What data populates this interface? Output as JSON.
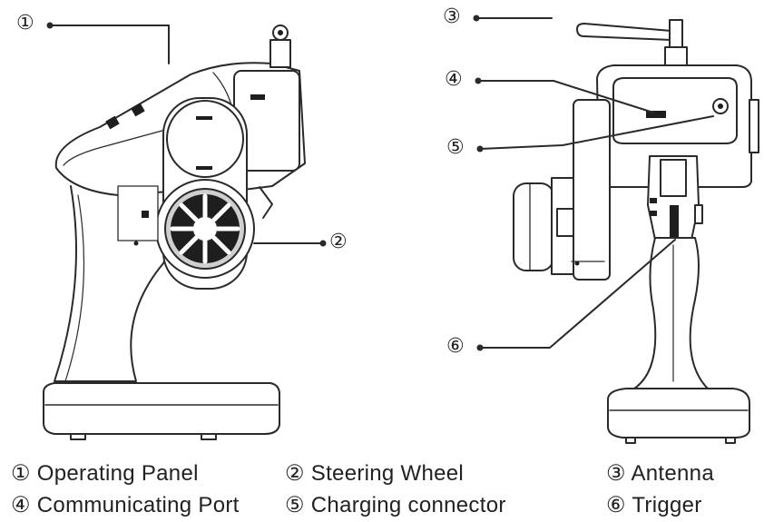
{
  "callouts": [
    {
      "id": "1",
      "marker": "①"
    },
    {
      "id": "2",
      "marker": "②"
    },
    {
      "id": "3",
      "marker": "③"
    },
    {
      "id": "4",
      "marker": "④"
    },
    {
      "id": "5",
      "marker": "⑤"
    },
    {
      "id": "6",
      "marker": "⑥"
    }
  ],
  "legend": [
    {
      "text": "① Operating Panel"
    },
    {
      "text": "② Steering Wheel"
    },
    {
      "text": "③ Antenna"
    },
    {
      "text": "④ Communicating Port"
    },
    {
      "text": "⑤ Charging connector"
    },
    {
      "text": "⑥ Trigger"
    }
  ],
  "colors": {
    "line": "#2a2a2a",
    "fill_dark": "#1e1e1e",
    "fill_gray": "#cfcfcf"
  }
}
